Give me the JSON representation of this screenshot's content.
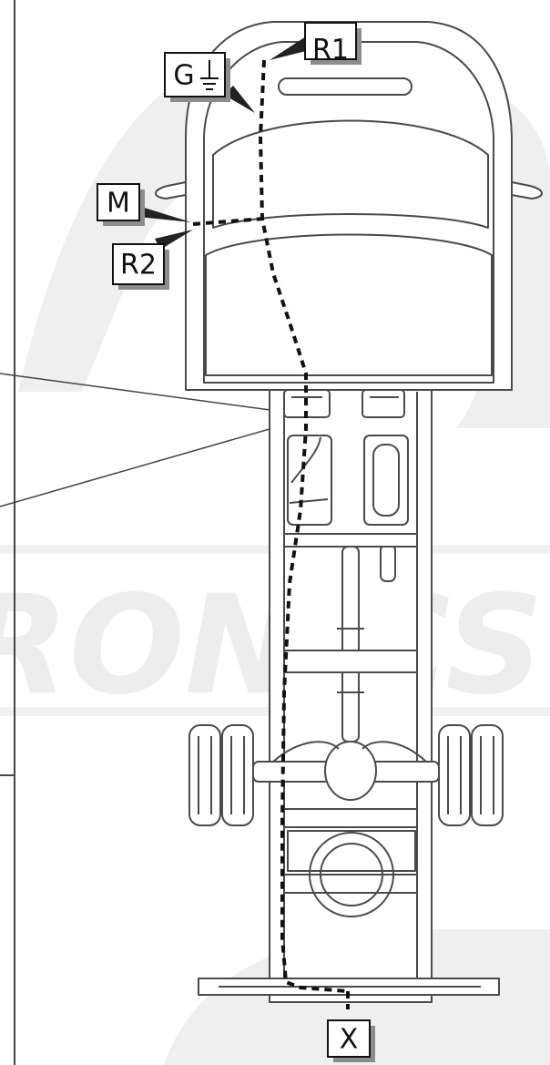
{
  "diagram": {
    "labels": {
      "r1": "R1",
      "g": "G",
      "m": "M",
      "r2": "R2",
      "x": "X"
    },
    "icons": [
      "ground-icon"
    ],
    "watermark": {
      "text": "RONICS"
    },
    "colors": {
      "line": "#4a4a4a",
      "route": "#111111",
      "watermark": "#ededed",
      "label_shadow": "#8c8c8c"
    }
  }
}
